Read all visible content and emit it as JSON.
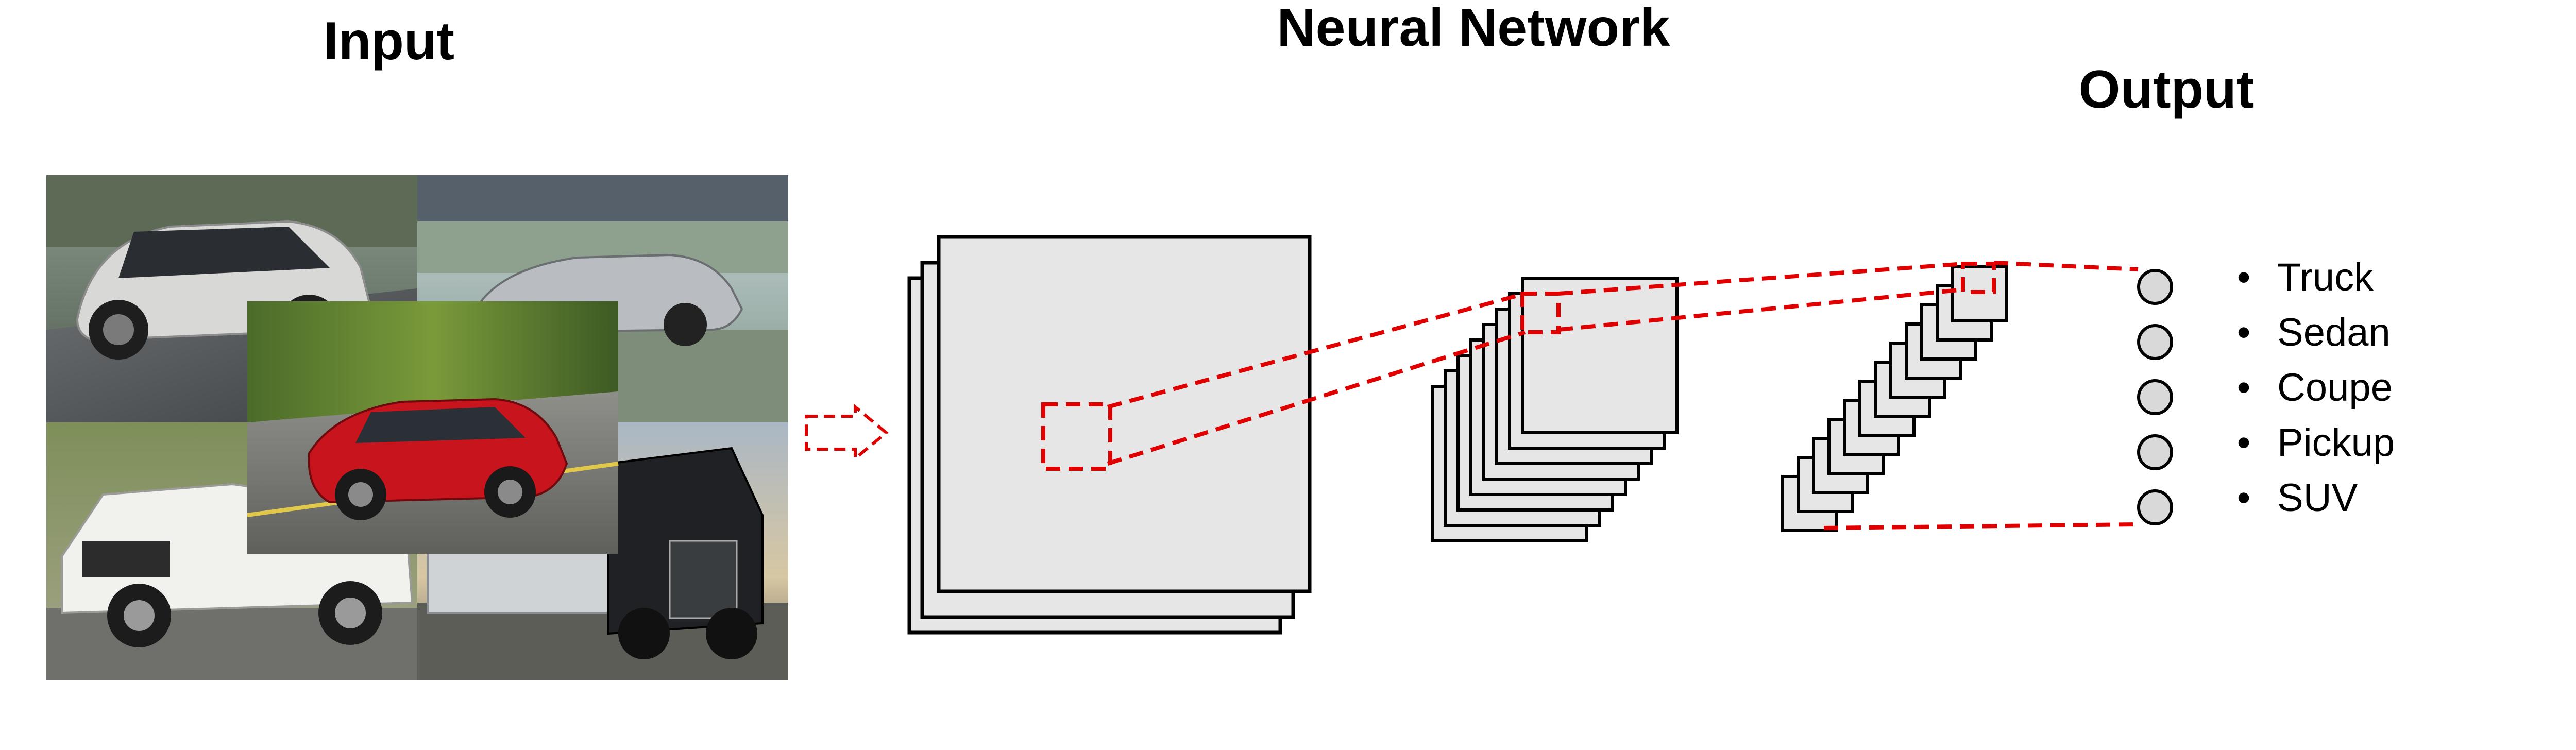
{
  "headings": {
    "input": "Input",
    "network": "Neural Network",
    "output": "Output"
  },
  "output_classes": [
    "Truck",
    "Sedan",
    "Coupe",
    "Pickup",
    "SUV"
  ],
  "colors": {
    "stroke": "#000000",
    "layer_fill": "#e7e6e6",
    "node_fill": "#d9d9d9",
    "connector": "#e00000"
  },
  "input_photos": [
    {
      "icon": "white-suv-photo"
    },
    {
      "icon": "silver-coupe-photo"
    },
    {
      "icon": "white-pickup-photo"
    },
    {
      "icon": "black-semi-truck-photo"
    },
    {
      "icon": "red-sedan-photo"
    }
  ]
}
